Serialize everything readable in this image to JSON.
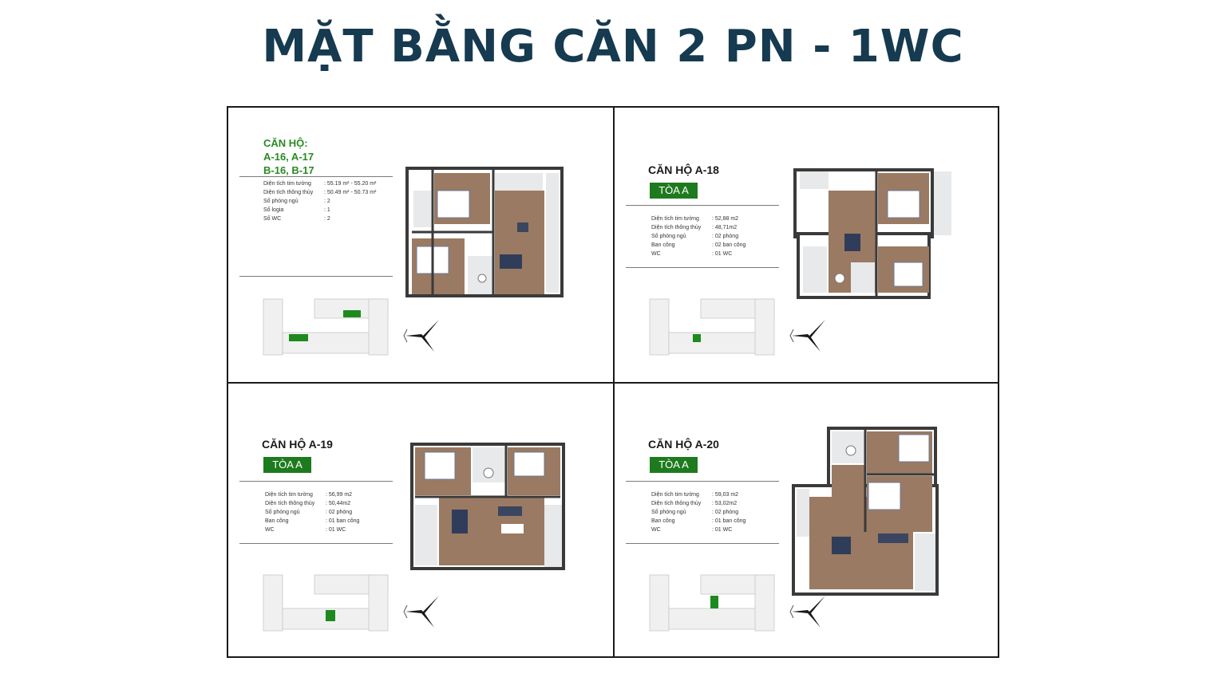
{
  "title": "MẶT BẰNG CĂN 2 PN - 1WC",
  "colors": {
    "title": "#163a4f",
    "green": "#2a8a22",
    "tag": "#1e7a1e",
    "wood": "#9a7a63",
    "wall": "#3a3a3a"
  },
  "panels": [
    {
      "heading_lines": [
        "CĂN HỘ:",
        "A-16, A-17",
        "B-16, B-17"
      ],
      "specs": [
        {
          "k": "Diện tích tim tường",
          "v": ": 55.19 m² - 55.20 m²"
        },
        {
          "k": "Diện tích thông thủy",
          "v": ": 50.49 m² - 50.73 m²"
        },
        {
          "k": "Số phòng ngủ",
          "v": ": 2"
        },
        {
          "k": "Số logia",
          "v": ": 1"
        },
        {
          "k": "Số WC",
          "v": ": 2"
        }
      ]
    },
    {
      "heading": "CĂN HỘ A-18",
      "tag": "TÒA A",
      "specs": [
        {
          "k": "Diện tích tim tường",
          "v": ": 52,88 m2"
        },
        {
          "k": "Diện tích thông thủy",
          "v": ": 48,71m2"
        },
        {
          "k": "Số phòng ngủ",
          "v": ": 02 phòng"
        },
        {
          "k": "Ban công",
          "v": ": 02 ban công"
        },
        {
          "k": "WC",
          "v": ": 01 WC"
        }
      ]
    },
    {
      "heading": "CĂN HỘ A-19",
      "tag": "TÒA A",
      "specs": [
        {
          "k": "Diện tích tim tường",
          "v": ": 56,99 m2"
        },
        {
          "k": "Diện tích thông thủy",
          "v": ": 50,44m2"
        },
        {
          "k": "Số phòng ngủ",
          "v": ": 02 phòng"
        },
        {
          "k": "Ban công",
          "v": ": 01 ban công"
        },
        {
          "k": "WC",
          "v": ": 01 WC"
        }
      ]
    },
    {
      "heading": "CĂN HỘ A-20",
      "tag": "TÒA A",
      "specs": [
        {
          "k": "Diện tích tim tường",
          "v": ": 59,03 m2"
        },
        {
          "k": "Diện tích thông thủy",
          "v": ": 53,02m2"
        },
        {
          "k": "Số phòng ngủ",
          "v": ": 02 phòng"
        },
        {
          "k": "Ban công",
          "v": ": 01 ban công"
        },
        {
          "k": "WC",
          "v": ": 01 WC"
        }
      ]
    }
  ]
}
